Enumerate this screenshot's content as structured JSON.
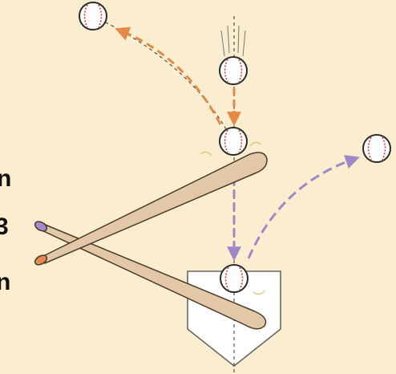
{
  "colors": {
    "background": "#fbeed0",
    "orange_path": "#e58a46",
    "purple_path": "#9e88c8",
    "bat": "#e2c8a6",
    "bat_outline": "#4b3a2c",
    "plate": "#ffffff",
    "ball": "#ffffff",
    "stitch": "#d23a2a",
    "knob_purple": "#a28acb",
    "knob_orange": "#e7894e",
    "guide_line": "#333333"
  },
  "icons": {
    "ball": "baseball-icon",
    "bat": "baseball-bat-icon",
    "plate": "home-plate-icon"
  },
  "clipped_text": [
    "n",
    "3",
    "n"
  ]
}
